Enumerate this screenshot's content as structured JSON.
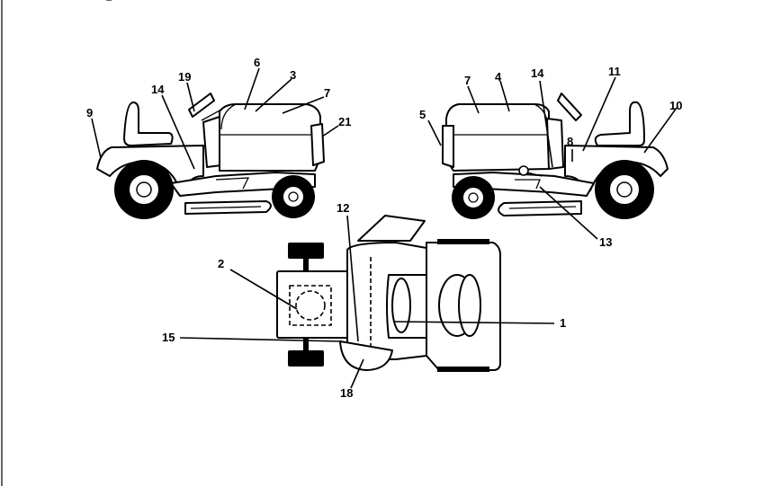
{
  "diagram": {
    "callouts": {
      "c1": "1",
      "c2": "2",
      "c3": "3",
      "c4": "4",
      "c5": "5",
      "c6": "6",
      "c7a": "7",
      "c7b": "7",
      "c8": "8",
      "c9": "9",
      "c10": "10",
      "c11": "11",
      "c12": "12",
      "c13": "13",
      "c14a": "14",
      "c14b": "14",
      "c15": "15",
      "c18": "18",
      "c19": "19",
      "c21": "21"
    }
  }
}
